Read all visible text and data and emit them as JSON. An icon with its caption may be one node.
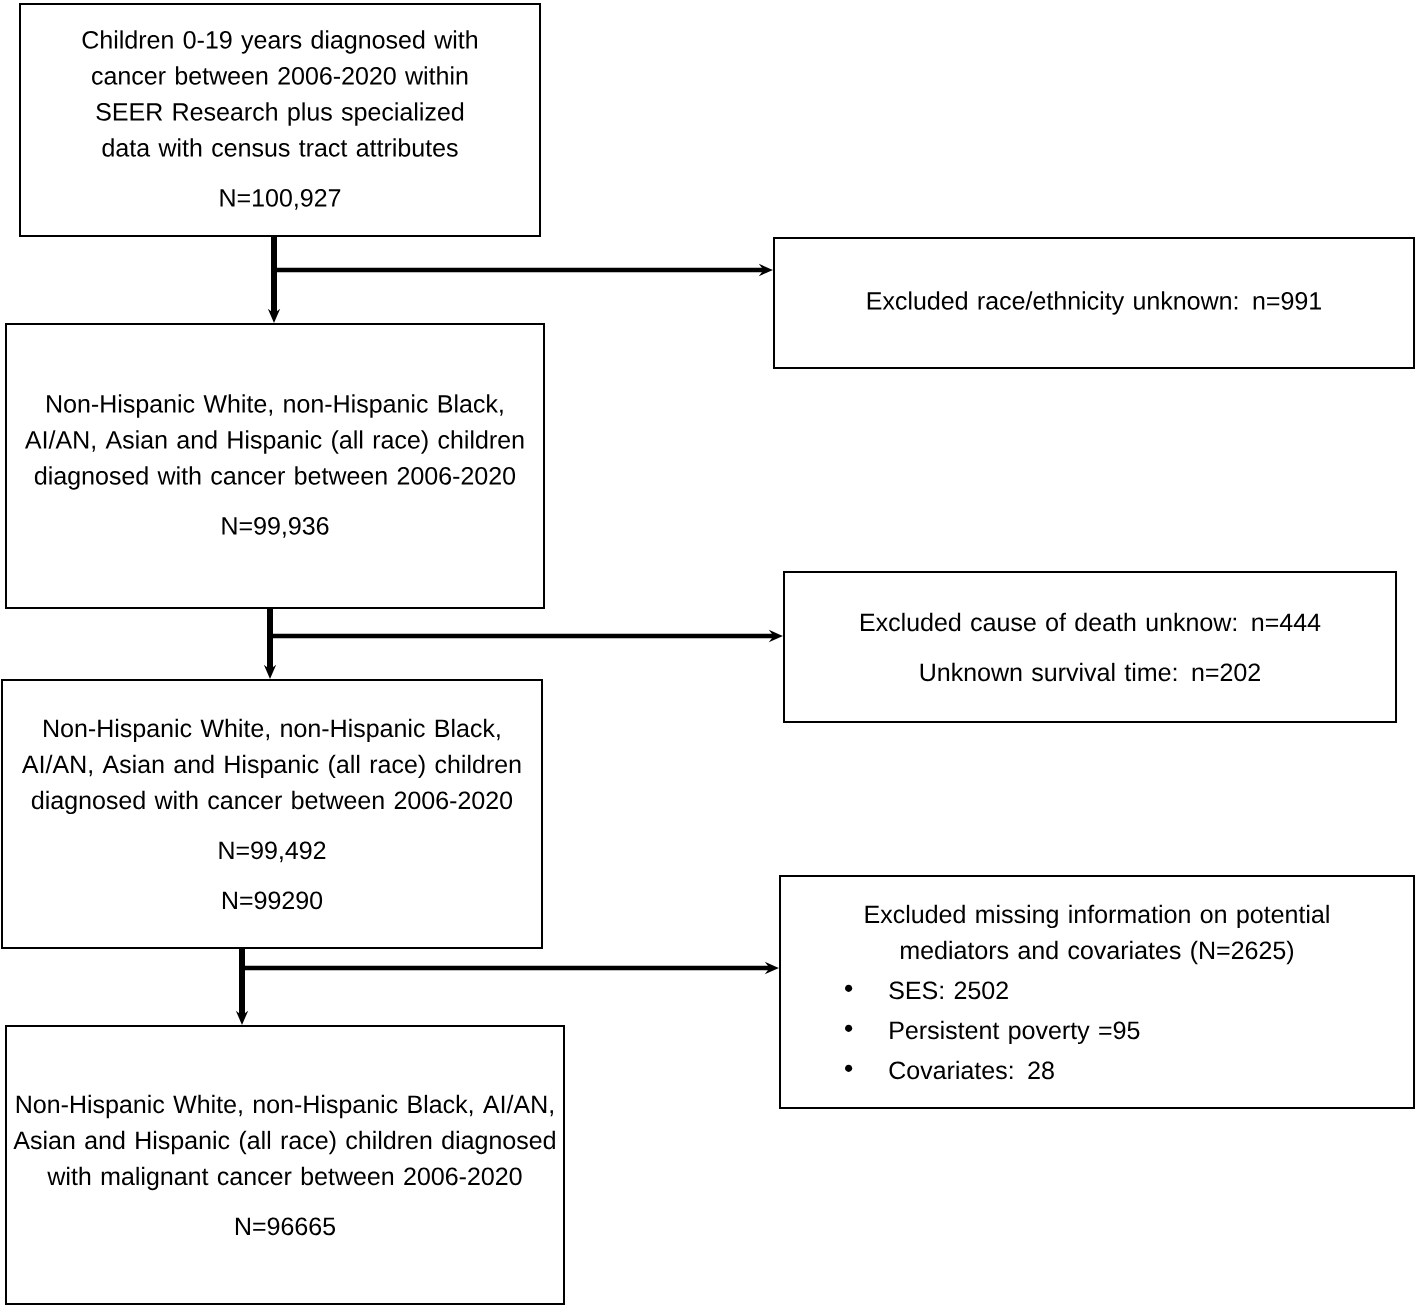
{
  "diagram": {
    "nodes": [
      {
        "text": [
          "Children 0-19 years diagnosed with cancer between 2006-2020 within SEER Research plus specialized data with census tract attributes",
          "N=100,927"
        ]
      },
      {
        "text": [
          "Excluded race/ethnicity unknown: n=991"
        ]
      },
      {
        "text": [
          "Non-Hispanic White, non-Hispanic Black, AI/AN, Asian and Hispanic (all race) children diagnosed with cancer between 2006-2020",
          "N=99,936"
        ]
      },
      {
        "text": [
          "Excluded cause of death unknow: n=444",
          "Unknown survival time: n=202"
        ]
      },
      {
        "text": [
          "Non-Hispanic White, non-Hispanic Black, AI/AN, Asian and Hispanic (all race) children diagnosed with cancer between 2006-2020",
          "N=99,492",
          "N=99290"
        ]
      },
      {
        "text": [
          "Excluded missing information on potential mediators and covariates (N=2625)",
          "SES: 2502",
          "Persistent poverty =95",
          "Covariates: 28"
        ]
      },
      {
        "text": [
          "Non-Hispanic White, non-Hispanic Black, AI/AN, Asian and Hispanic (all race) children diagnosed with malignant cancer between 2006-2020",
          "N=96665"
        ]
      }
    ],
    "edges": [
      {
        "from": 0,
        "to": 1,
        "arrow": "to"
      },
      {
        "from": 0,
        "to": 2,
        "arrow": "to"
      },
      {
        "from": 2,
        "to": 3,
        "arrow": "to"
      },
      {
        "from": 2,
        "to": 4,
        "arrow": "to"
      },
      {
        "from": 4,
        "to": 5,
        "arrow": "to"
      },
      {
        "from": 4,
        "to": 6,
        "arrow": "to"
      }
    ]
  }
}
